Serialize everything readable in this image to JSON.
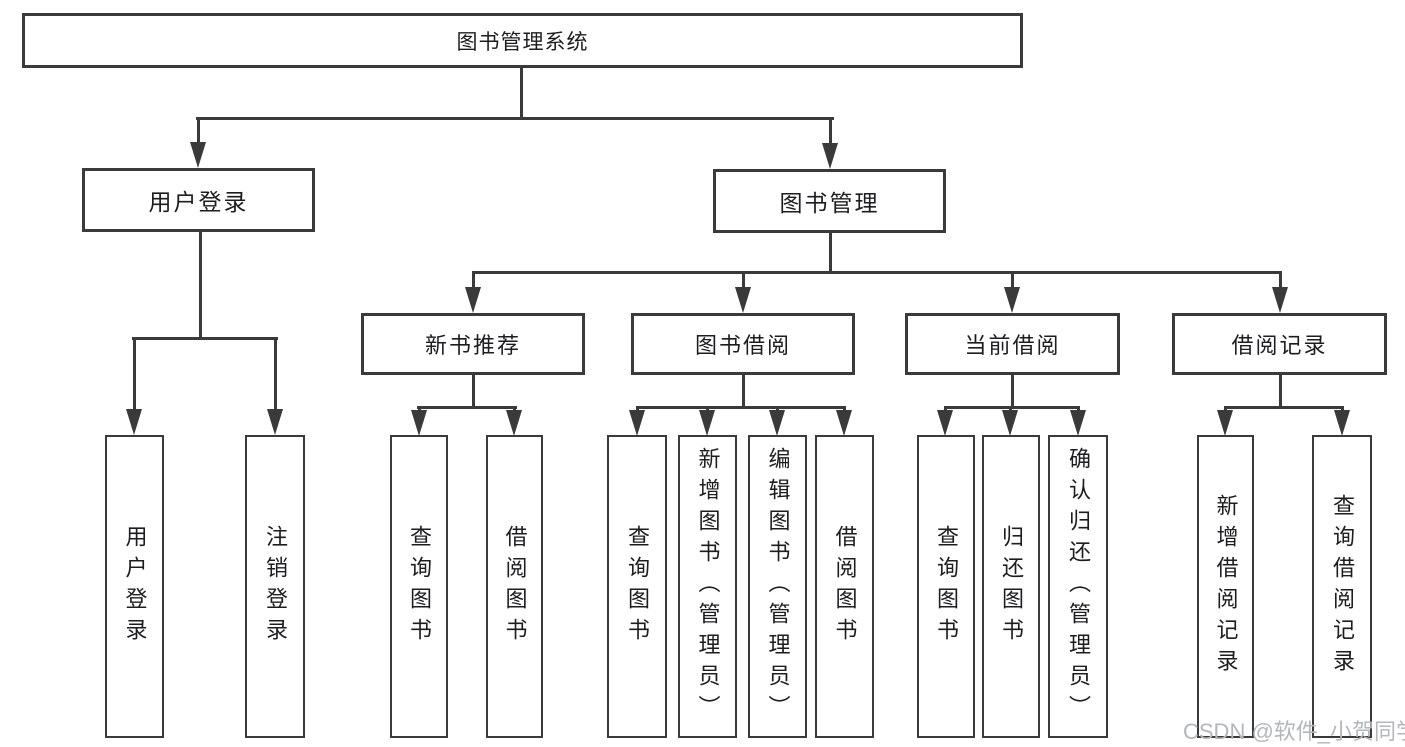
{
  "diagram": {
    "root": {
      "label": "图书管理系统"
    },
    "level2": {
      "user_login": {
        "label": "用户登录"
      },
      "book_management": {
        "label": "图书管理"
      }
    },
    "level3": {
      "new_book_recommend": {
        "label": "新书推荐"
      },
      "book_borrow": {
        "label": "图书借阅"
      },
      "current_borrow": {
        "label": "当前借阅"
      },
      "borrow_record": {
        "label": "借阅记录"
      }
    },
    "level4": {
      "user_login_action": {
        "label": "用户登录"
      },
      "logout_action": {
        "label": "注销登录"
      },
      "recommend_query_books": {
        "label": "查询图书"
      },
      "recommend_borrow_books": {
        "label": "借阅图书"
      },
      "borrow_query_books": {
        "label": "查询图书"
      },
      "borrow_add_books": {
        "label": "新增图书（管理员）"
      },
      "borrow_edit_books": {
        "label": "编辑图书（管理员）"
      },
      "borrow_borrow_books": {
        "label": "借阅图书"
      },
      "current_query_books": {
        "label": "查询图书"
      },
      "current_return_books": {
        "label": "归还图书"
      },
      "current_confirm_return": {
        "label": "确认归还（管理员）"
      },
      "record_add_borrow": {
        "label": "新增借阅记录"
      },
      "record_query_borrow": {
        "label": "查询借阅记录"
      }
    }
  },
  "watermark": {
    "label": "CSDN @软件_小贺同学"
  },
  "colors": {
    "line": "#3a3a3a",
    "text": "#1d1d1f",
    "watermark_text": "#b2b6bd",
    "background": "#ffffff"
  }
}
